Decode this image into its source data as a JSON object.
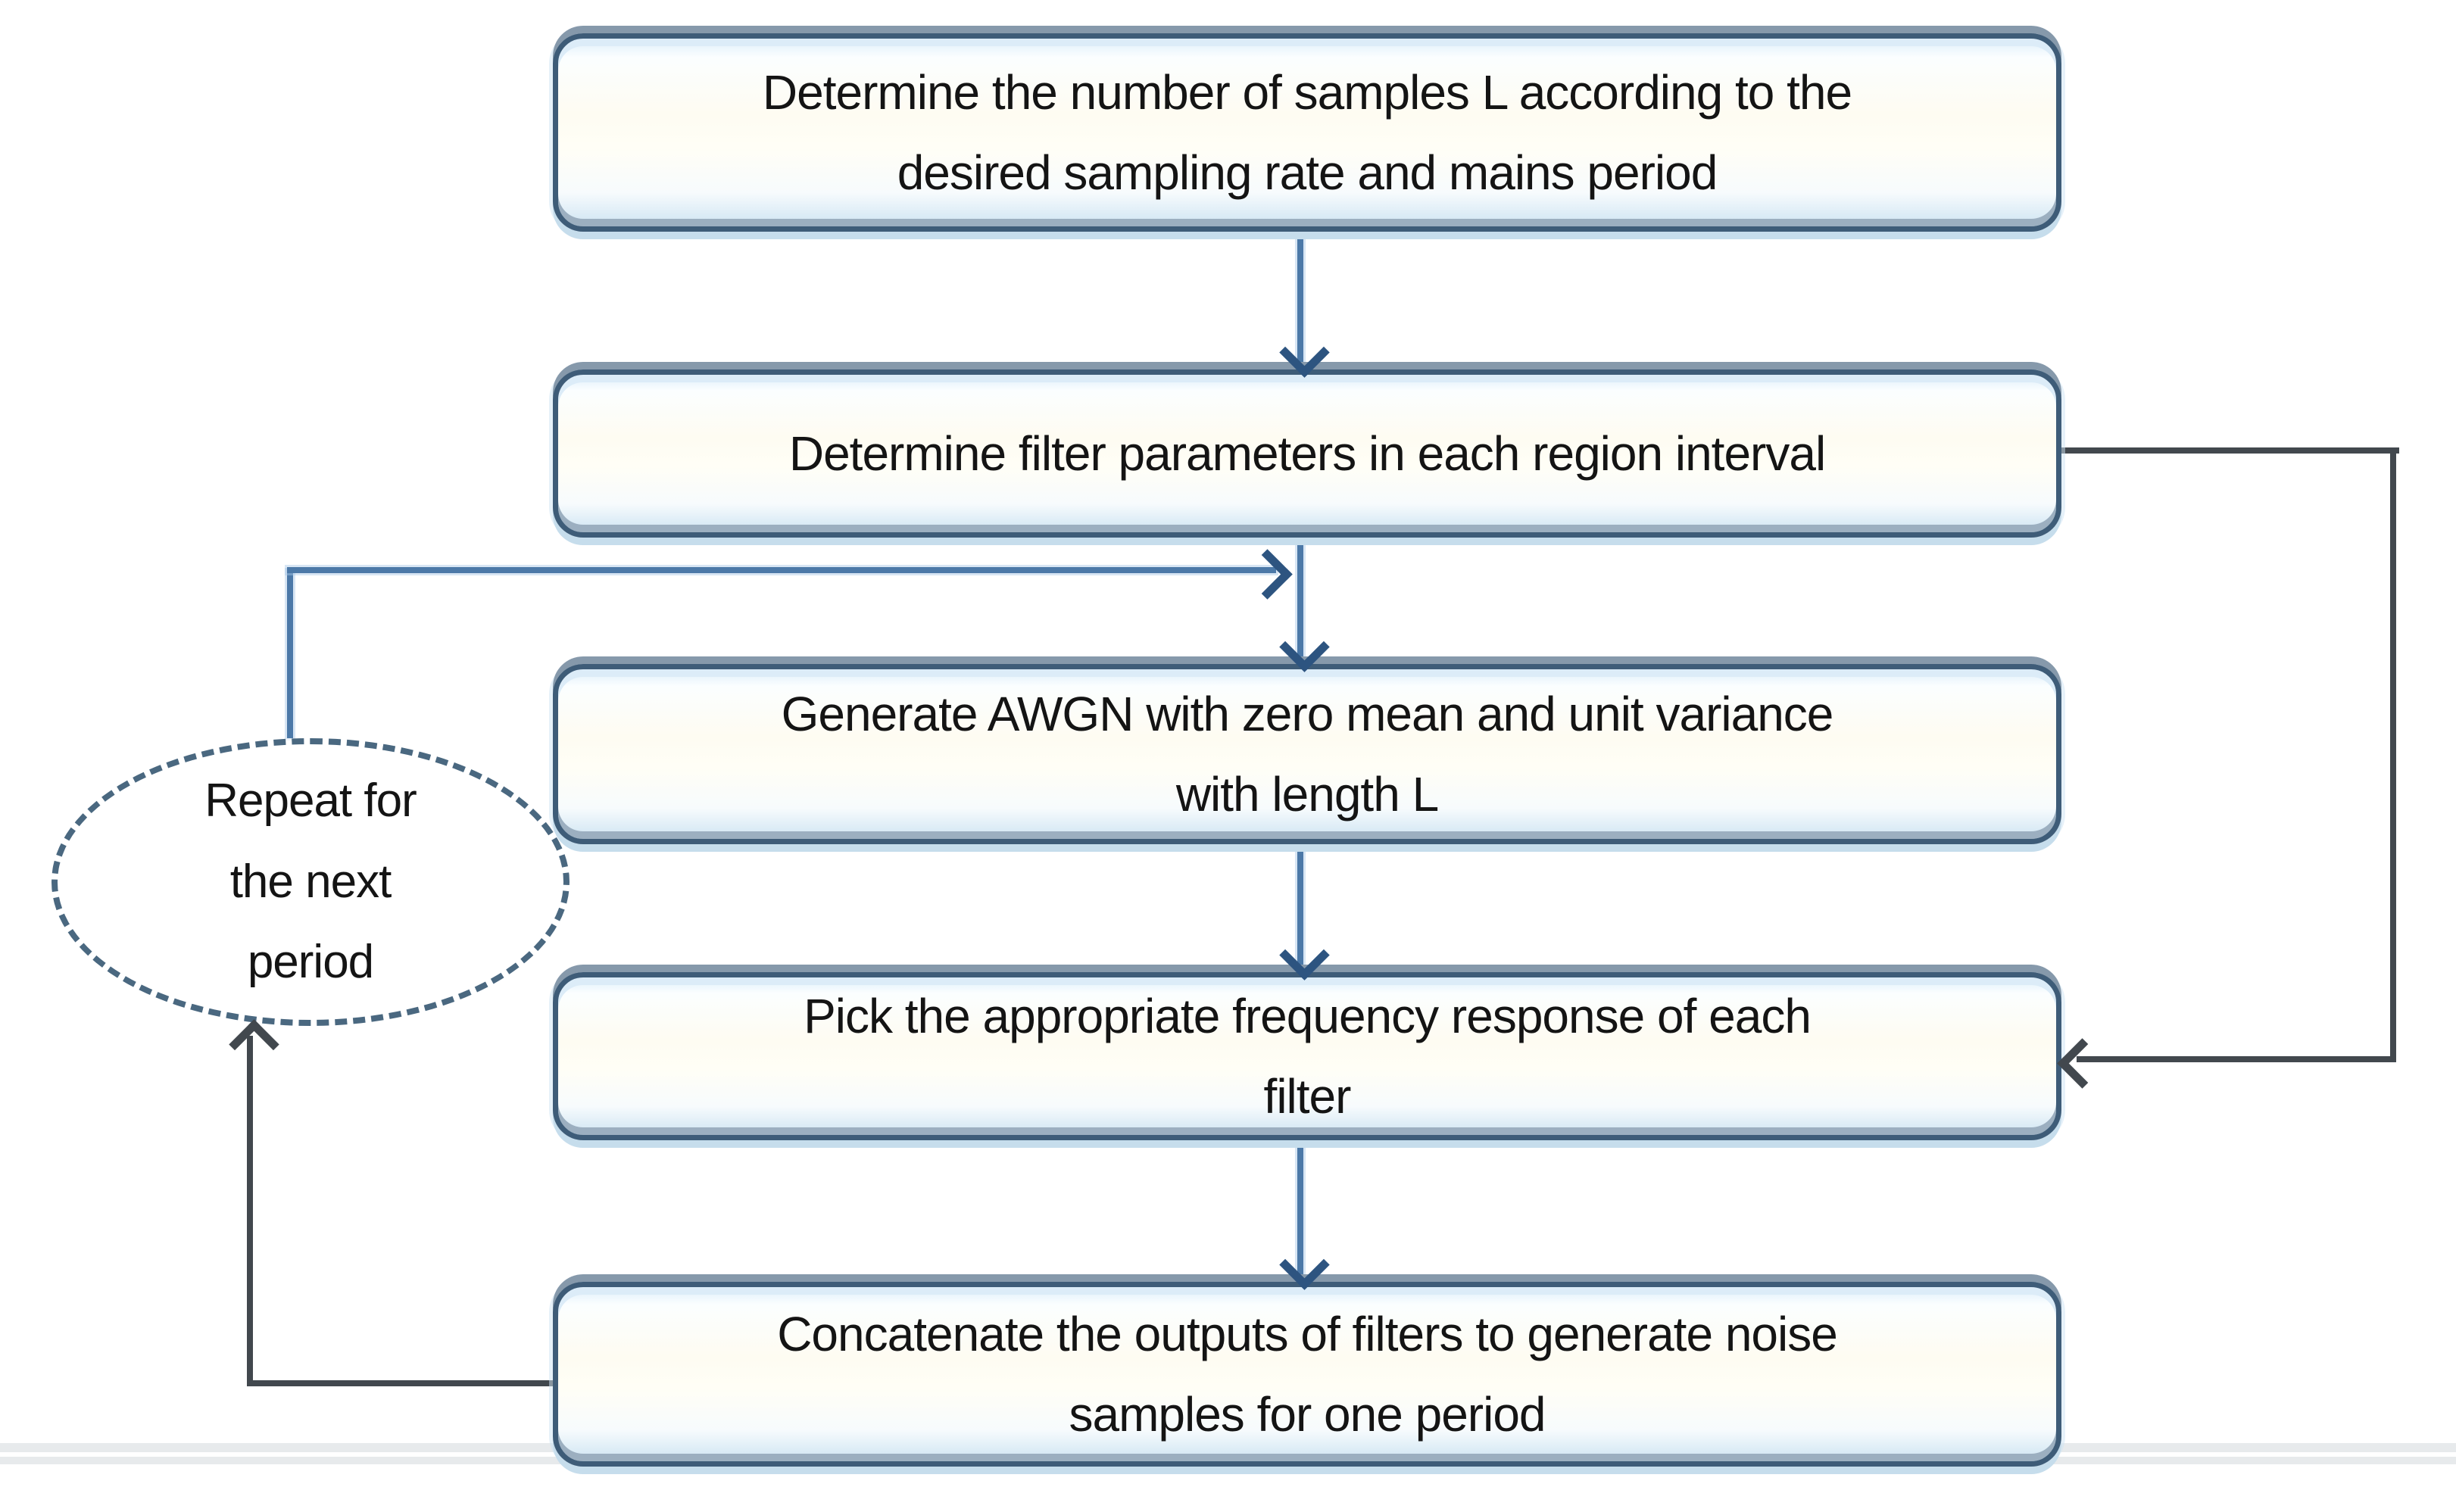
{
  "figure": {
    "type": "flowchart",
    "background": "#ffffff",
    "colors": {
      "box_border": "#3e5c78",
      "box_fill_highlight": "#ddeefa",
      "arrow_blue": "#4c79a8",
      "arrowhead_blue": "#2d5480",
      "loop_line_dark": "#42484e",
      "ellipse_dash": "#4a6880",
      "text": "#141414"
    },
    "boxes": [
      {
        "id": "determine-samples",
        "lines": [
          "Determine the number of samples L according to the",
          "desired sampling rate and mains period"
        ]
      },
      {
        "id": "determine-filter-params",
        "lines": [
          "Determine filter parameters in each region interval"
        ]
      },
      {
        "id": "generate-awgn",
        "lines": [
          "Generate AWGN with zero mean and unit variance",
          "with length L"
        ]
      },
      {
        "id": "pick-frequency-response",
        "lines": [
          "Pick the appropriate frequency response of each",
          "filter"
        ]
      },
      {
        "id": "concatenate-outputs",
        "lines": [
          "Concatenate the outputs of filters to generate noise",
          "samples for one period"
        ]
      }
    ],
    "loop_label": {
      "id": "repeat-ellipse",
      "lines": [
        "Repeat for",
        "the next",
        "period"
      ]
    },
    "connectors": [
      {
        "from": "determine-samples",
        "to": "determine-filter-params",
        "style": "blue-arrow-down"
      },
      {
        "from": "determine-filter-params",
        "to": "generate-awgn",
        "style": "blue-arrow-down"
      },
      {
        "from": "generate-awgn",
        "to": "pick-frequency-response",
        "style": "blue-arrow-down"
      },
      {
        "from": "pick-frequency-response",
        "to": "concatenate-outputs",
        "style": "blue-arrow-down"
      },
      {
        "from": "determine-filter-params",
        "to": "pick-frequency-response",
        "style": "dark-elbow-right-side"
      },
      {
        "from": "concatenate-outputs",
        "to": "repeat-ellipse",
        "style": "dark-elbow-left-side"
      },
      {
        "from": "repeat-ellipse",
        "to": "generate-awgn",
        "style": "blue-elbow-feedback"
      }
    ]
  }
}
